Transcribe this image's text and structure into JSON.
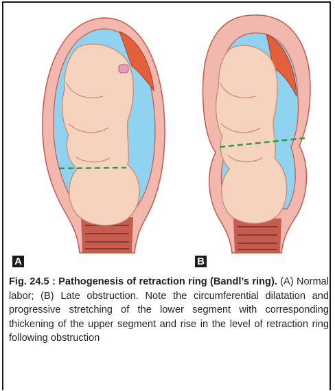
{
  "figure": {
    "panel_a": "A",
    "panel_b": "B",
    "caption_title": "Fig. 24.5 : Pathogenesis of retraction ring (Bandl’s ring).",
    "caption_text": " (A) Normal labor; (B) Late obstruction. Note the circumferential dilatation and progressive stretching of the lower segment with corresponding thickening of the upper segment and rise in the level of retraction ring following obstruction",
    "colors": {
      "uterine_wall": "#f3b8ad",
      "wall_outline": "#c2584b",
      "amniotic_fluid": "#8fd3f1",
      "placenta": "#e2603c",
      "fetal_skin": "#f6d3bf",
      "retraction_ring_line": "#2e9a3c",
      "cervix": "#c45c50"
    }
  }
}
